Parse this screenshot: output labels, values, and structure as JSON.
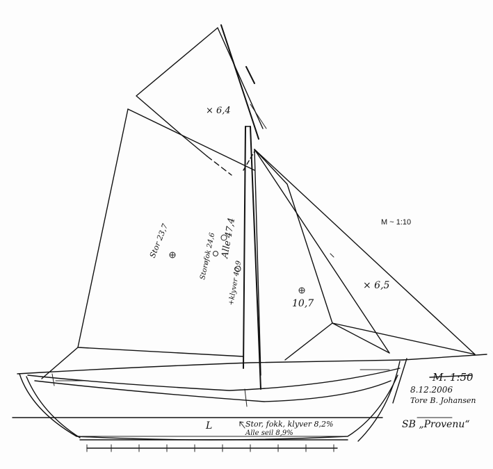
{
  "scale_note": "M ~ 1:10",
  "old_scale": "M. 1:50",
  "date": "8.12.2006",
  "author": "Tore B. Johansen",
  "boat_name": "SB „Provenu“",
  "labels": {
    "topsail": "× 6,4",
    "mainsail": "Stor 23,7",
    "main_topsail": "Storøfok 24,6",
    "all_sail": "Alle 47,4",
    "with_topsail": "+klyver 40,9",
    "foresail": "10,7",
    "jib": "× 6,5",
    "waterline_mark": "L",
    "percent_1": "Stor, fokk, klyver 8,2%",
    "percent_2": "Alle seil 8,9%"
  }
}
